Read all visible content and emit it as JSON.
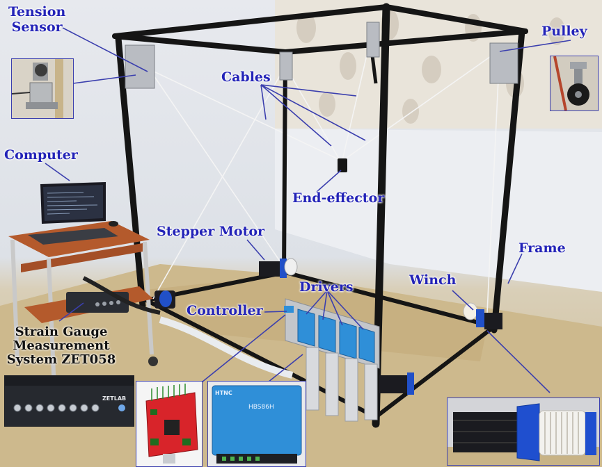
{
  "labels": {
    "tension_sensor_line1": "Tension",
    "tension_sensor_line2": "Sensor",
    "pulley": "Pulley",
    "cables": "Cables",
    "computer": "Computer",
    "end_effector": "End-effector",
    "stepper_motor": "Stepper Motor",
    "frame": "Frame",
    "drivers": "Drivers",
    "winch": "Winch",
    "controller": "Controller",
    "strain_line1": "Strain Gauge",
    "strain_line2": "Measurement",
    "strain_line3": "System ZET058"
  },
  "device_text": {
    "zetlab_brand": "ZETLAB",
    "driver_brand": "HTNC",
    "driver_model": "HBS86H"
  },
  "colors": {
    "label": "#2323b8",
    "leader_line": "#3b3fae",
    "frame_beam": "#151515",
    "driver_blue": "#2f8fd8",
    "controller_red": "#d8242a",
    "winch_blue": "#1f4fcf"
  }
}
